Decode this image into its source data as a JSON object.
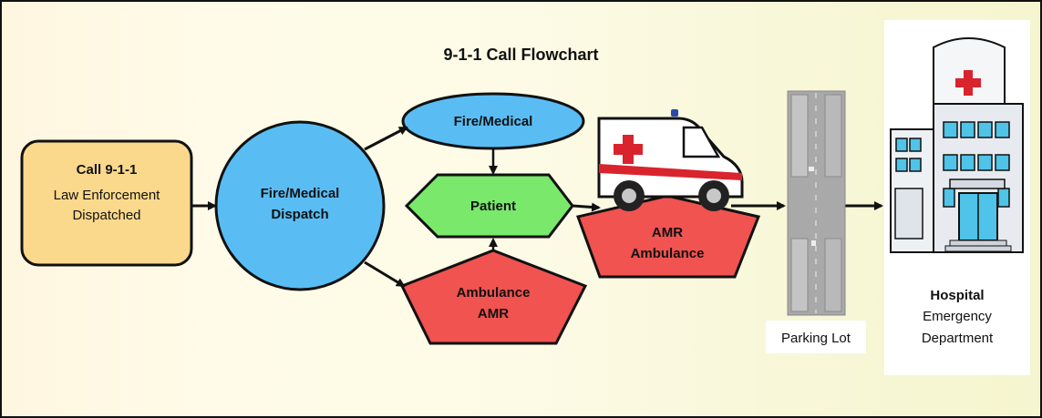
{
  "title": "9-1-1 Call Flowchart",
  "colors": {
    "call_box": "#fbd98c",
    "dispatch_circle": "#59bdf4",
    "fire_medical_oval": "#59bdf4",
    "patient_hexagon": "#79e86b",
    "ambulance_pentagon": "#f05350",
    "amr_pentagon": "#f05350",
    "outline": "#111111",
    "border": "#111111"
  },
  "nodes": {
    "call": {
      "title": "Call 9-1-1",
      "line1": "Law Enforcement",
      "line2": "Dispatched"
    },
    "dispatch": {
      "line1": "Fire/Medical",
      "line2": "Dispatch"
    },
    "fire_medical": {
      "label": "Fire/Medical"
    },
    "patient": {
      "label": "Patient"
    },
    "ambulance_amr": {
      "line1": "Ambulance",
      "line2": "AMR"
    },
    "amr_ambulance": {
      "line1": "AMR",
      "line2": "Ambulance"
    },
    "parking_lot": {
      "label": "Parking Lot"
    },
    "hospital": {
      "title": "Hospital",
      "line1": "Emergency",
      "line2": "Department"
    }
  },
  "icons": {
    "ambulance": "ambulance-icon",
    "parking_lot": "parking-lot-icon",
    "hospital": "hospital-building-icon"
  }
}
